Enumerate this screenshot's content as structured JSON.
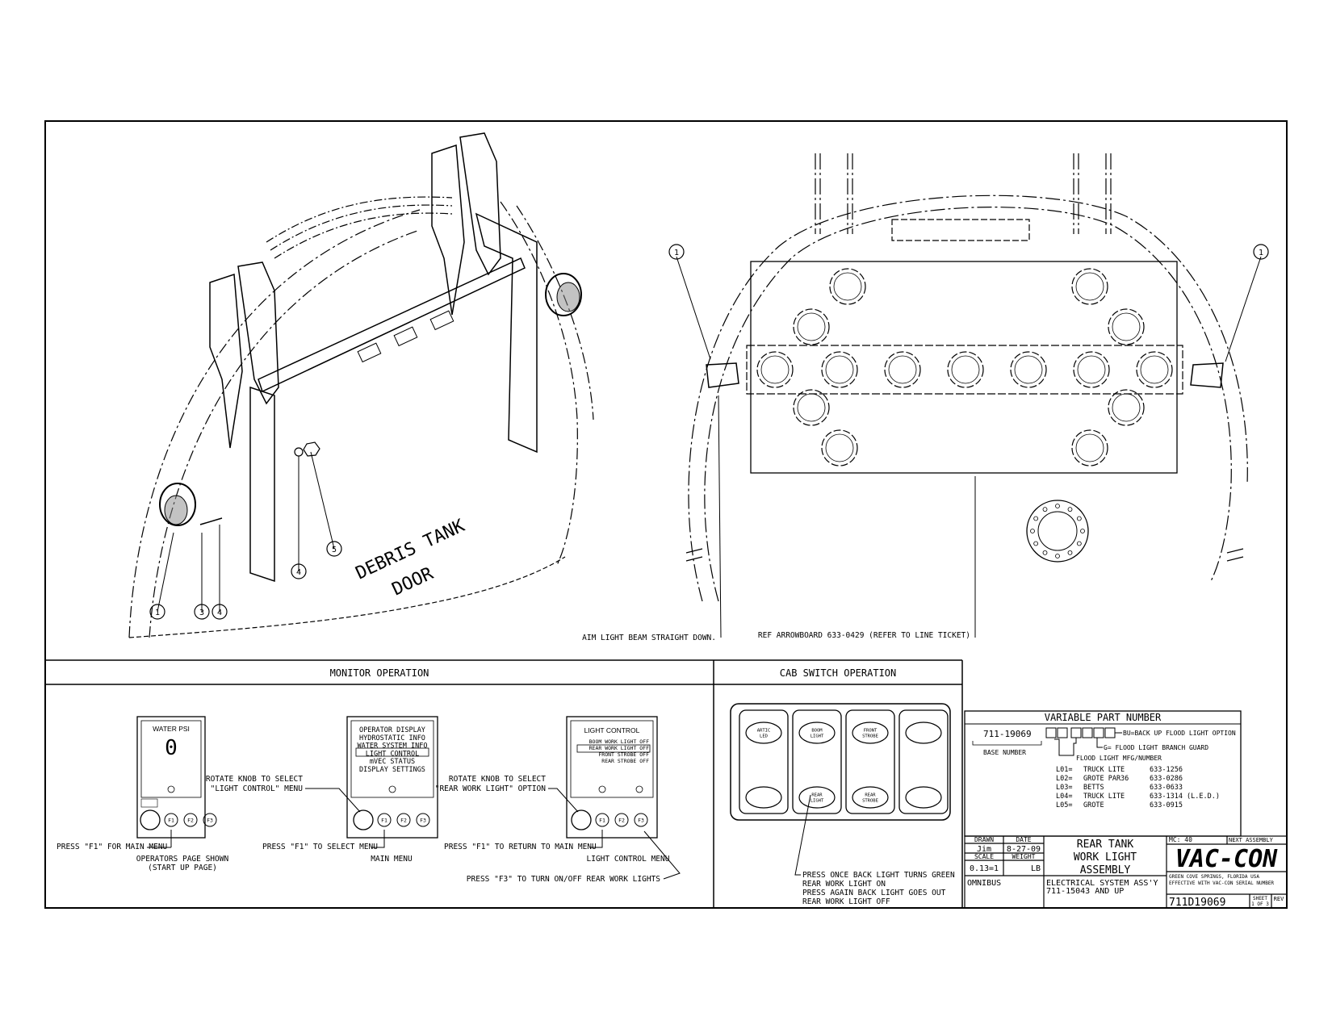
{
  "iso_view": {
    "door_label_line1": "DEBRIS TANK",
    "door_label_line2": "DOOR",
    "balloons": [
      "1",
      "3",
      "4",
      "4",
      "5"
    ]
  },
  "plan_view": {
    "balloon_left": "1",
    "balloon_right": "1",
    "note_aim": "AIM LIGHT BEAM STRAIGHT DOWN.",
    "note_ref": "REF ARROWBOARD 633-0429 (REFER TO LINE TICKET)"
  },
  "monitor": {
    "header": "MONITOR OPERATION",
    "screen1": {
      "title": "WATER PSI",
      "value": "0",
      "buttons": [
        "F1",
        "F2",
        "F3"
      ],
      "note_press": "PRESS \"F1\" FOR MAIN MENU",
      "caption_line1": "OPERATORS PAGE SHOWN",
      "caption_line2": "(START UP PAGE)"
    },
    "screen2": {
      "menu": [
        "OPERATOR DISPLAY",
        "HYDROSTATIC INFO",
        "WATER SYSTEM INFO",
        "LIGHT CONTROL",
        "mVEC STATUS",
        "DISPLAY SETTINGS"
      ],
      "buttons": [
        "F1",
        "F2",
        "F3"
      ],
      "note_rotate_line1": "ROTATE KNOB TO SELECT",
      "note_rotate_line2": "\"LIGHT CONTROL\" MENU",
      "note_press": "PRESS \"F1\" TO SELECT MENU",
      "caption": "MAIN MENU"
    },
    "screen3": {
      "title": "LIGHT CONTROL",
      "rows": [
        "BOOM WORK LIGHT  OFF",
        "REAR WORK LIGHT  OFF",
        "FRONT STROBE  OFF",
        "REAR STROBE  OFF"
      ],
      "buttons": [
        "F1",
        "F2",
        "F3"
      ],
      "note_rotate_line1": "ROTATE KNOB TO SELECT",
      "note_rotate_line2": "\"REAR WORK LIGHT\" OPTION",
      "note_press": "PRESS \"F1\" TO RETURN TO MAIN MENU",
      "caption": "LIGHT CONTROL MENU",
      "note_f3": "PRESS \"F3\" TO TURN ON/OFF REAR WORK LIGHTS"
    }
  },
  "cab": {
    "header": "CAB SWITCH OPERATION",
    "switch_top": [
      "ARTIC\nLED",
      "BOOM\nLIGHT",
      "FRONT\nSTROBE",
      ""
    ],
    "switch_bottom": [
      "",
      "REAR\nLIGHT",
      "REAR\nSTROBE",
      ""
    ],
    "note_line1": "PRESS ONCE BACK LIGHT TURNS GREEN",
    "note_line2": "REAR WORK LIGHT ON",
    "note_line3": "PRESS AGAIN BACK LIGHT GOES OUT",
    "note_line4": "REAR WORK LIGHT OFF"
  },
  "vpn": {
    "header": "VARIABLE PART NUMBER",
    "base": "711-19069",
    "base_label": "BASE NUMBER",
    "bu": "BU=BACK UP FLOOD LIGHT OPTION",
    "g": "G= FLOOD LIGHT BRANCH GUARD",
    "flood": "FLOOD LIGHT MFG/NUMBER",
    "options": [
      {
        "code": "L01=",
        "name": "TRUCK LITE",
        "part": "633-1256"
      },
      {
        "code": "L02=",
        "name": "GROTE PAR36",
        "part": "633-0286"
      },
      {
        "code": "L03=",
        "name": "BETTS",
        "part": "633-0633"
      },
      {
        "code": "L04=",
        "name": "TRUCK LITE",
        "part": "633-1314 (L.E.D.)"
      },
      {
        "code": "L05=",
        "name": "GROTE",
        "part": "633-0915"
      }
    ]
  },
  "title_block": {
    "drawn_label": "DRAWN",
    "drawn": "Jim",
    "date_label": "DATE",
    "date": "8-27-09",
    "scale_label": "SCALE",
    "scale": "0.13=1",
    "weight_label": "WEIGHT",
    "weight_unit": "LB",
    "omnibus": "OMNIBUS",
    "title_line1": "REAR TANK",
    "title_line2": "WORK LIGHT",
    "title_line3": "ASSEMBLY",
    "ref_line1": "ELECTRICAL SYSTEM ASS'Y",
    "ref_line2": "711-15043 AND UP",
    "mc": "MC: 40",
    "next_assembly": "NEXT ASSEMBLY",
    "brand": "VAC-CON",
    "location": "GREEN COVE SPRINGS, FLORIDA USA",
    "effective": "EFFECTIVE WITH VAC-CON SERIAL NUMBER",
    "drawing_number": "711D19069",
    "sheet_label": "SHEET",
    "sheet": "1 OF 3",
    "rev_label": "REV"
  }
}
